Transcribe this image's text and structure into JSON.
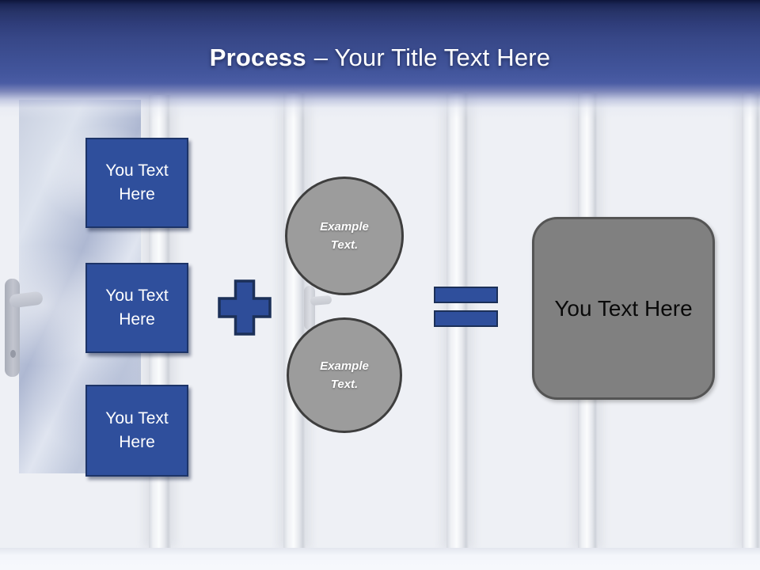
{
  "slide": {
    "title": {
      "bold": "Process",
      "rest": "– Your Title Text Here"
    },
    "input_boxes": [
      {
        "label": "You Text Here"
      },
      {
        "label": "You Text Here"
      },
      {
        "label": "You Text Here"
      }
    ],
    "circles": [
      {
        "label": "Example Text."
      },
      {
        "label": "Example Text."
      }
    ],
    "operators": {
      "plus": "+",
      "equals": "="
    },
    "result_box": {
      "label": "You Text Here"
    },
    "colors": {
      "header_top": "#0e163a",
      "header_mid": "#3d4f93",
      "shape_blue": "#2f4f9c",
      "shape_blue_border": "#1d3468",
      "circle_gray": "#9c9c9c",
      "circle_border": "#3e3e3e",
      "result_gray": "#808080",
      "result_border": "#545454",
      "door_panel": "#eef0f5"
    }
  }
}
